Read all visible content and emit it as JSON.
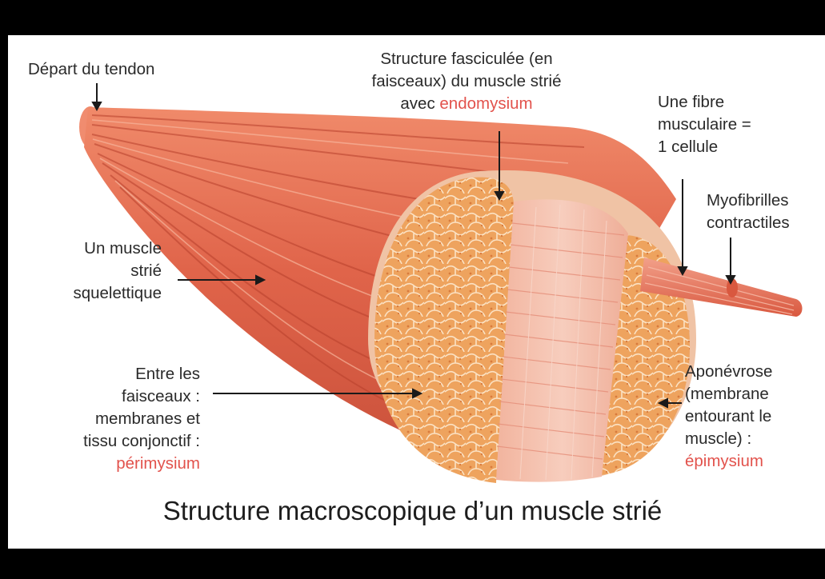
{
  "labels": {
    "tendon": "Départ du tendon",
    "fascicule": {
      "line1": "Structure fasciculée (en",
      "line2": "faisceaux) du muscle strié",
      "line3_prefix": "avec ",
      "line3_highlight": "endomysium"
    },
    "fibre": {
      "line1": "Une fibre",
      "line2": "musculaire =",
      "line3": "1 cellule"
    },
    "myofibrilles": {
      "line1": "Myofibrilles",
      "line2": "contractiles"
    },
    "muscle": {
      "line1": "Un muscle",
      "line2": "strié",
      "line3": "squelettique"
    },
    "perimysium": {
      "line1": "Entre les",
      "line2": "faisceaux :",
      "line3": "membranes et",
      "line4": "tissu conjonctif :",
      "highlight": "périmysium"
    },
    "epimysium": {
      "line1": "Aponévrose",
      "line2": "(membrane",
      "line3": "entourant le",
      "line4": "muscle) :",
      "highlight": "épimysium"
    }
  },
  "caption": "Structure macroscopique d’un muscle strié",
  "colors": {
    "muscle_base": "#e86a4e",
    "muscle_dark": "#c8452f",
    "muscle_light": "#f3a184",
    "fascicle_fill": "#f0a35c",
    "highlight_text": "#e2524c",
    "frame_bg": "#ffffff",
    "letterbox": "#000000"
  }
}
